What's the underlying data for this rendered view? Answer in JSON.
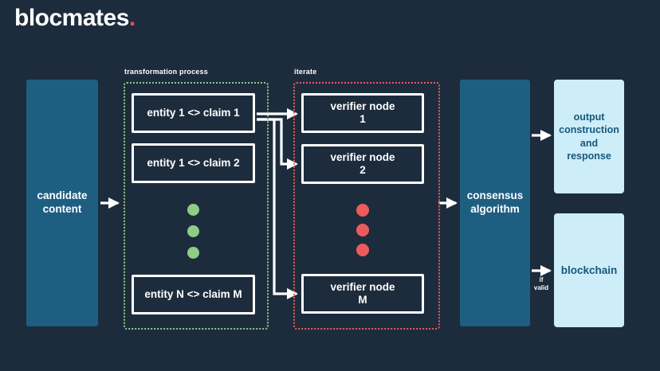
{
  "brand": {
    "name": "blocmates",
    "dot": "."
  },
  "colors": {
    "background": "#1d2c3c",
    "teal_box": "#1e5e81",
    "light_blue_box": "#cdedf8",
    "light_box_text": "#17587c",
    "green_accent": "#8fcc86",
    "red_accent": "#ec5b5b",
    "logo_dot": "#ef4765",
    "wire": "#ffffff"
  },
  "diagram": {
    "candidate": {
      "label": "candidate content"
    },
    "transform": {
      "label": "transformation process",
      "boxes": [
        "entity 1 <> claim 1",
        "entity 1 <> claim 2",
        "entity N <> claim M"
      ]
    },
    "iterate": {
      "label": "iterate",
      "boxes": [
        {
          "line1": "verifier node",
          "line2": "1"
        },
        {
          "line1": "verifier node",
          "line2": "2"
        },
        {
          "line1": "verifier node",
          "line2": "M"
        }
      ]
    },
    "consensus": {
      "label": "consensus algorithm"
    },
    "output": {
      "label": "output construction and response"
    },
    "blockchain": {
      "label": "blockchain"
    },
    "if_valid": {
      "line1": "if",
      "line2": "valid"
    }
  }
}
